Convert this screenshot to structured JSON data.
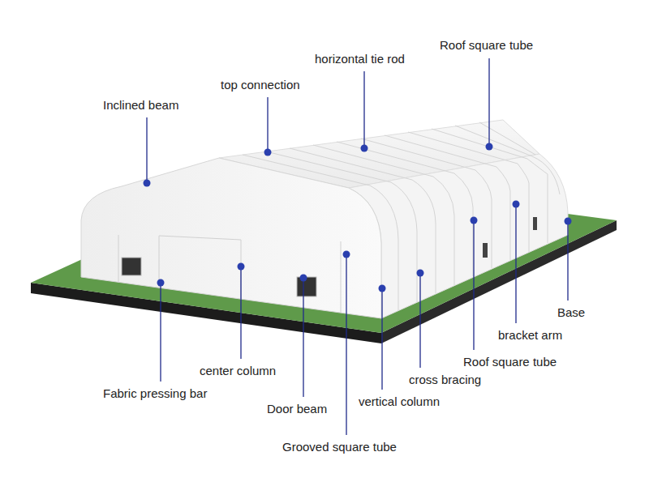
{
  "diagram": {
    "labels": [
      "Roof square tube",
      "horizontal tie rod",
      "top connection",
      "Inclined beam",
      "Base",
      "bracket arm",
      "Roof square tube",
      "cross bracing",
      "center column",
      "Fabric pressing bar",
      "Door beam",
      "vertical column",
      "Grooved square tube"
    ]
  }
}
